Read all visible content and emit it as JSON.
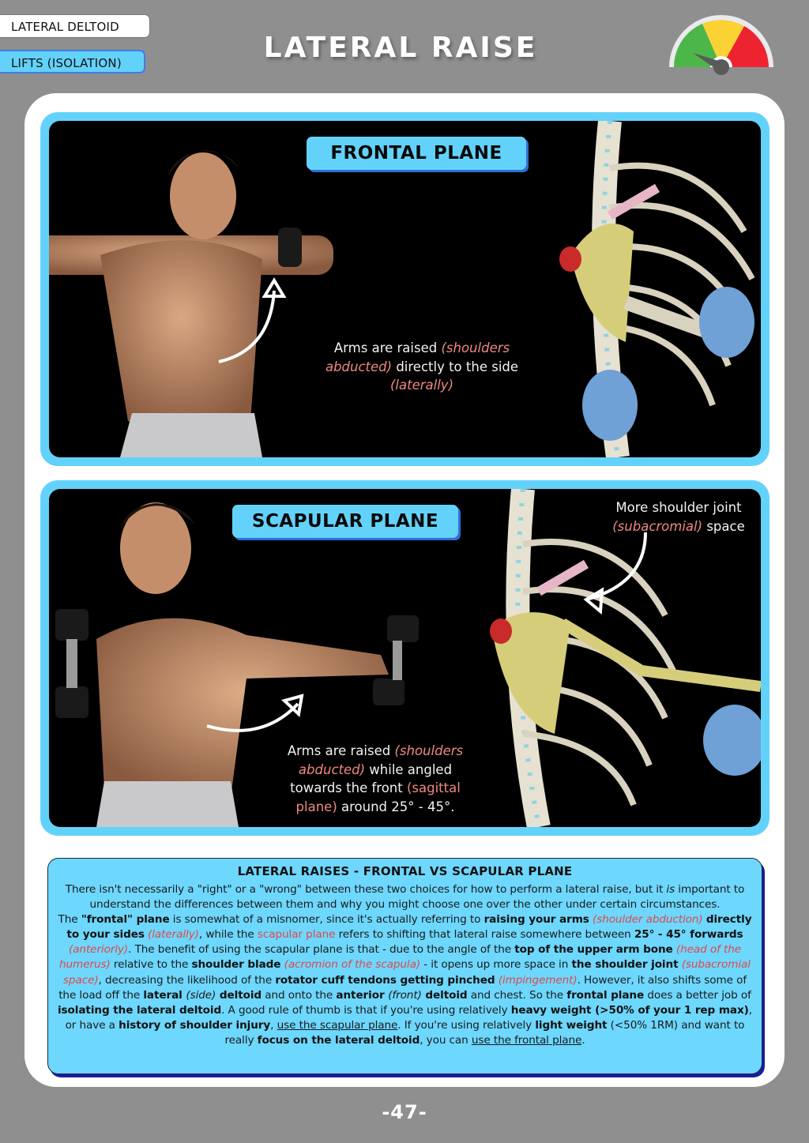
{
  "header": {
    "muscle_tag": "LATERAL DELTOID",
    "category_tag": "LIFTS (ISOLATION)",
    "title": "LATERAL RAISE",
    "difficulty_gauge": {
      "icon": "difficulty-gauge-icon",
      "segments": [
        {
          "label": "easy",
          "color": "#4cb649"
        },
        {
          "label": "medium",
          "color": "#fbd233"
        },
        {
          "label": "hard",
          "color": "#ed2430"
        }
      ],
      "needle_position": "easy",
      "needle_color": "#5a5a5a"
    }
  },
  "colors": {
    "background": "#8f8f8f",
    "accent_blue": "#63d2fb",
    "accent_dark_blue": "#1b1ba3",
    "highlight_salmon": "#ee8a80",
    "highlight_red": "#e04848"
  },
  "panels": [
    {
      "label": "FRONTAL PLANE",
      "caption": {
        "p1": "Arms are raised ",
        "p2": "(shoulders abducted)",
        "p3": " directly to the side ",
        "p4": "(laterally)"
      },
      "images": [
        "person-frontal-raise-photo",
        "skeleton-frontal-raise-render"
      ]
    },
    {
      "label": "SCAPULAR PLANE",
      "caption": {
        "p1": "Arms are raised ",
        "p2": "(shoulders abducted)",
        "p3": " while angled towards the front ",
        "p4": "(sagittal plane)",
        "p5": " around 25° - 45°."
      },
      "annotation": {
        "p1": "More shoulder joint",
        "p2": "(subacromial)",
        "p3": " space"
      },
      "images": [
        "person-scapular-raise-photo",
        "skeleton-scapular-raise-render"
      ]
    }
  ],
  "info_box": {
    "title": "LATERAL RAISES - FRONTAL VS SCAPULAR PLANE",
    "segments": {
      "s1": "There isn't necessarily a \"right\" or a \"wrong\" between these two choices for how to perform a lateral raise, but it ",
      "s2": "is",
      "s3": " important to understand the differences between them and why you might choose one over the other under certain circumstances.",
      "s4": "The ",
      "s5": "\"frontal\" plane",
      "s6": " is somewhat of a misnomer, since it's actually referring to ",
      "s7": "raising your arms",
      "s8": " (shoulder abduction)",
      "s9": "directly to your sides",
      "s10": " (laterally)",
      "s11": ", while the ",
      "s12": "scapular plane",
      "s13": " refers to shifting that lateral raise somewhere between ",
      "s14": "25° - 45° forwards",
      "s15": " (anteriorly)",
      "s16": ". The benefit of using the scapular plane is that - due to the angle of the ",
      "s17": "top of the upper arm bone",
      "s18": " (head of the humerus)",
      "s19": " relative to the ",
      "s20": "shoulder blade",
      "s21": " (acromion of the scapula)",
      "s22": " - it opens up more space in ",
      "s23": "the shoulder joint",
      "s24": " (subacromial space)",
      "s25": ", decreasing the likelihood of  the ",
      "s26": "rotator cuff tendons getting pinched",
      "s27": " (impingement)",
      "s28": ". However, it also shifts some of the load off the ",
      "s29": "lateral ",
      "s30": "(side)",
      "s31": " deltoid",
      "s32": " and onto the ",
      "s33": "anterior ",
      "s34": "(front)",
      "s35": " deltoid",
      "s36": " and chest. So the ",
      "s37": "frontal plane",
      "s38": " does a better job of ",
      "s39": "isolating the lateral deltoid",
      "s40": ". A good rule of thumb is that if you're using relatively ",
      "s41": "heavy weight (>50% of your 1 rep max)",
      "s42": ", or have a ",
      "s43": "history of shoulder injury",
      "s44": ", ",
      "s45": "use the scapular plane",
      "s46": ". If you're using relatively ",
      "s47": "light weight",
      "s48": " (<50% 1RM) and want to really ",
      "s49": "focus on the lateral deltoid",
      "s50": ", you can ",
      "s51": "use the frontal plane",
      "s52": "."
    }
  },
  "footer": {
    "page_number": "-47-"
  }
}
